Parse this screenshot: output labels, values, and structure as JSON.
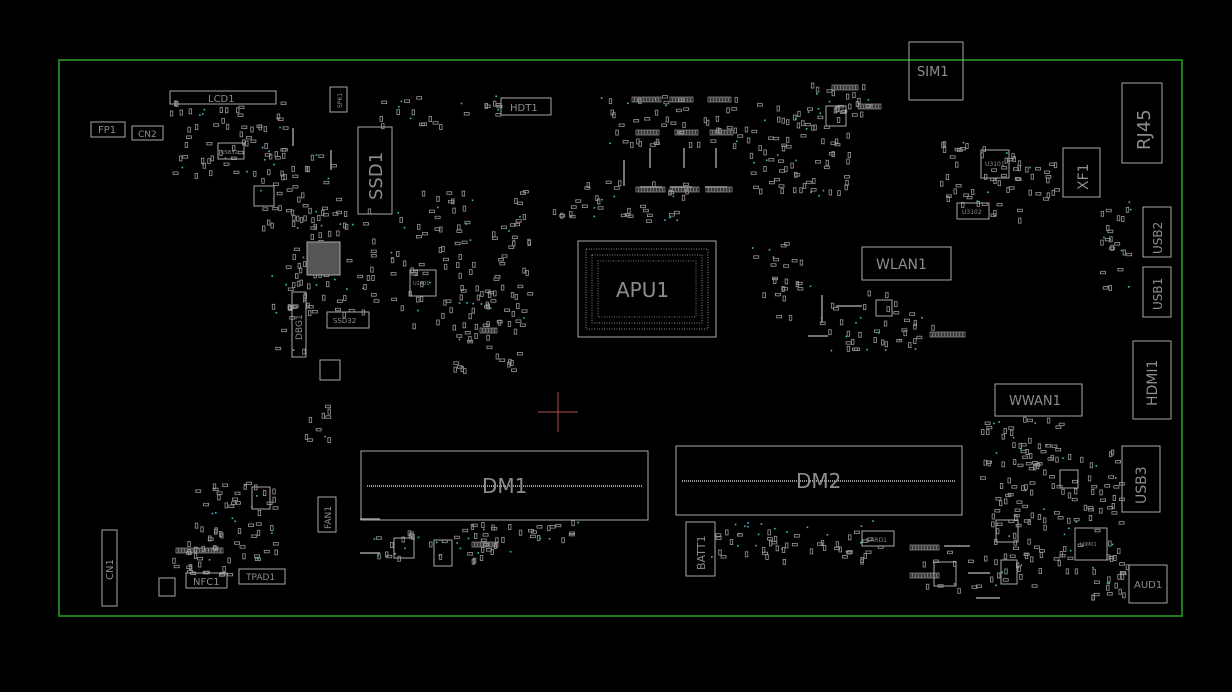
{
  "board": {
    "outline_color": "#1e7a1e",
    "background": "#000000",
    "component_color": "#a8a8a8",
    "via_color": "#3fb8c8",
    "crosshair_color": "#b05050"
  },
  "labels": {
    "lcd1": "LCD1",
    "fp1": "FP1",
    "cn2": "CN2",
    "spk1": "SPK1",
    "ssd1": "SSD1",
    "hdt1": "HDT1",
    "sim1": "SIM1",
    "rj45": "RJ45",
    "xf1": "XF1",
    "usb2": "USB2",
    "usb1": "USB1",
    "apu1": "APU1",
    "wlan1": "WLAN1",
    "hdmi1": "HDMI1",
    "wwan1": "WWAN1",
    "usb3": "USB3",
    "dm1": "DM1",
    "dm2": "DM2",
    "batt1": "BATT1",
    "fan1": "FAN1",
    "nfc1": "NFC1",
    "tpad1": "TPAD1",
    "cn1": "CN1",
    "aud1": "AUD1",
    "dbg1": "DBG1",
    "card1": "CARD1",
    "u3101": "U3101",
    "u3102": "U3102",
    "usb32": "USB32",
    "ssd32": "SSD32",
    "u2401": "U2401",
    "l0m01": "L0M01"
  }
}
